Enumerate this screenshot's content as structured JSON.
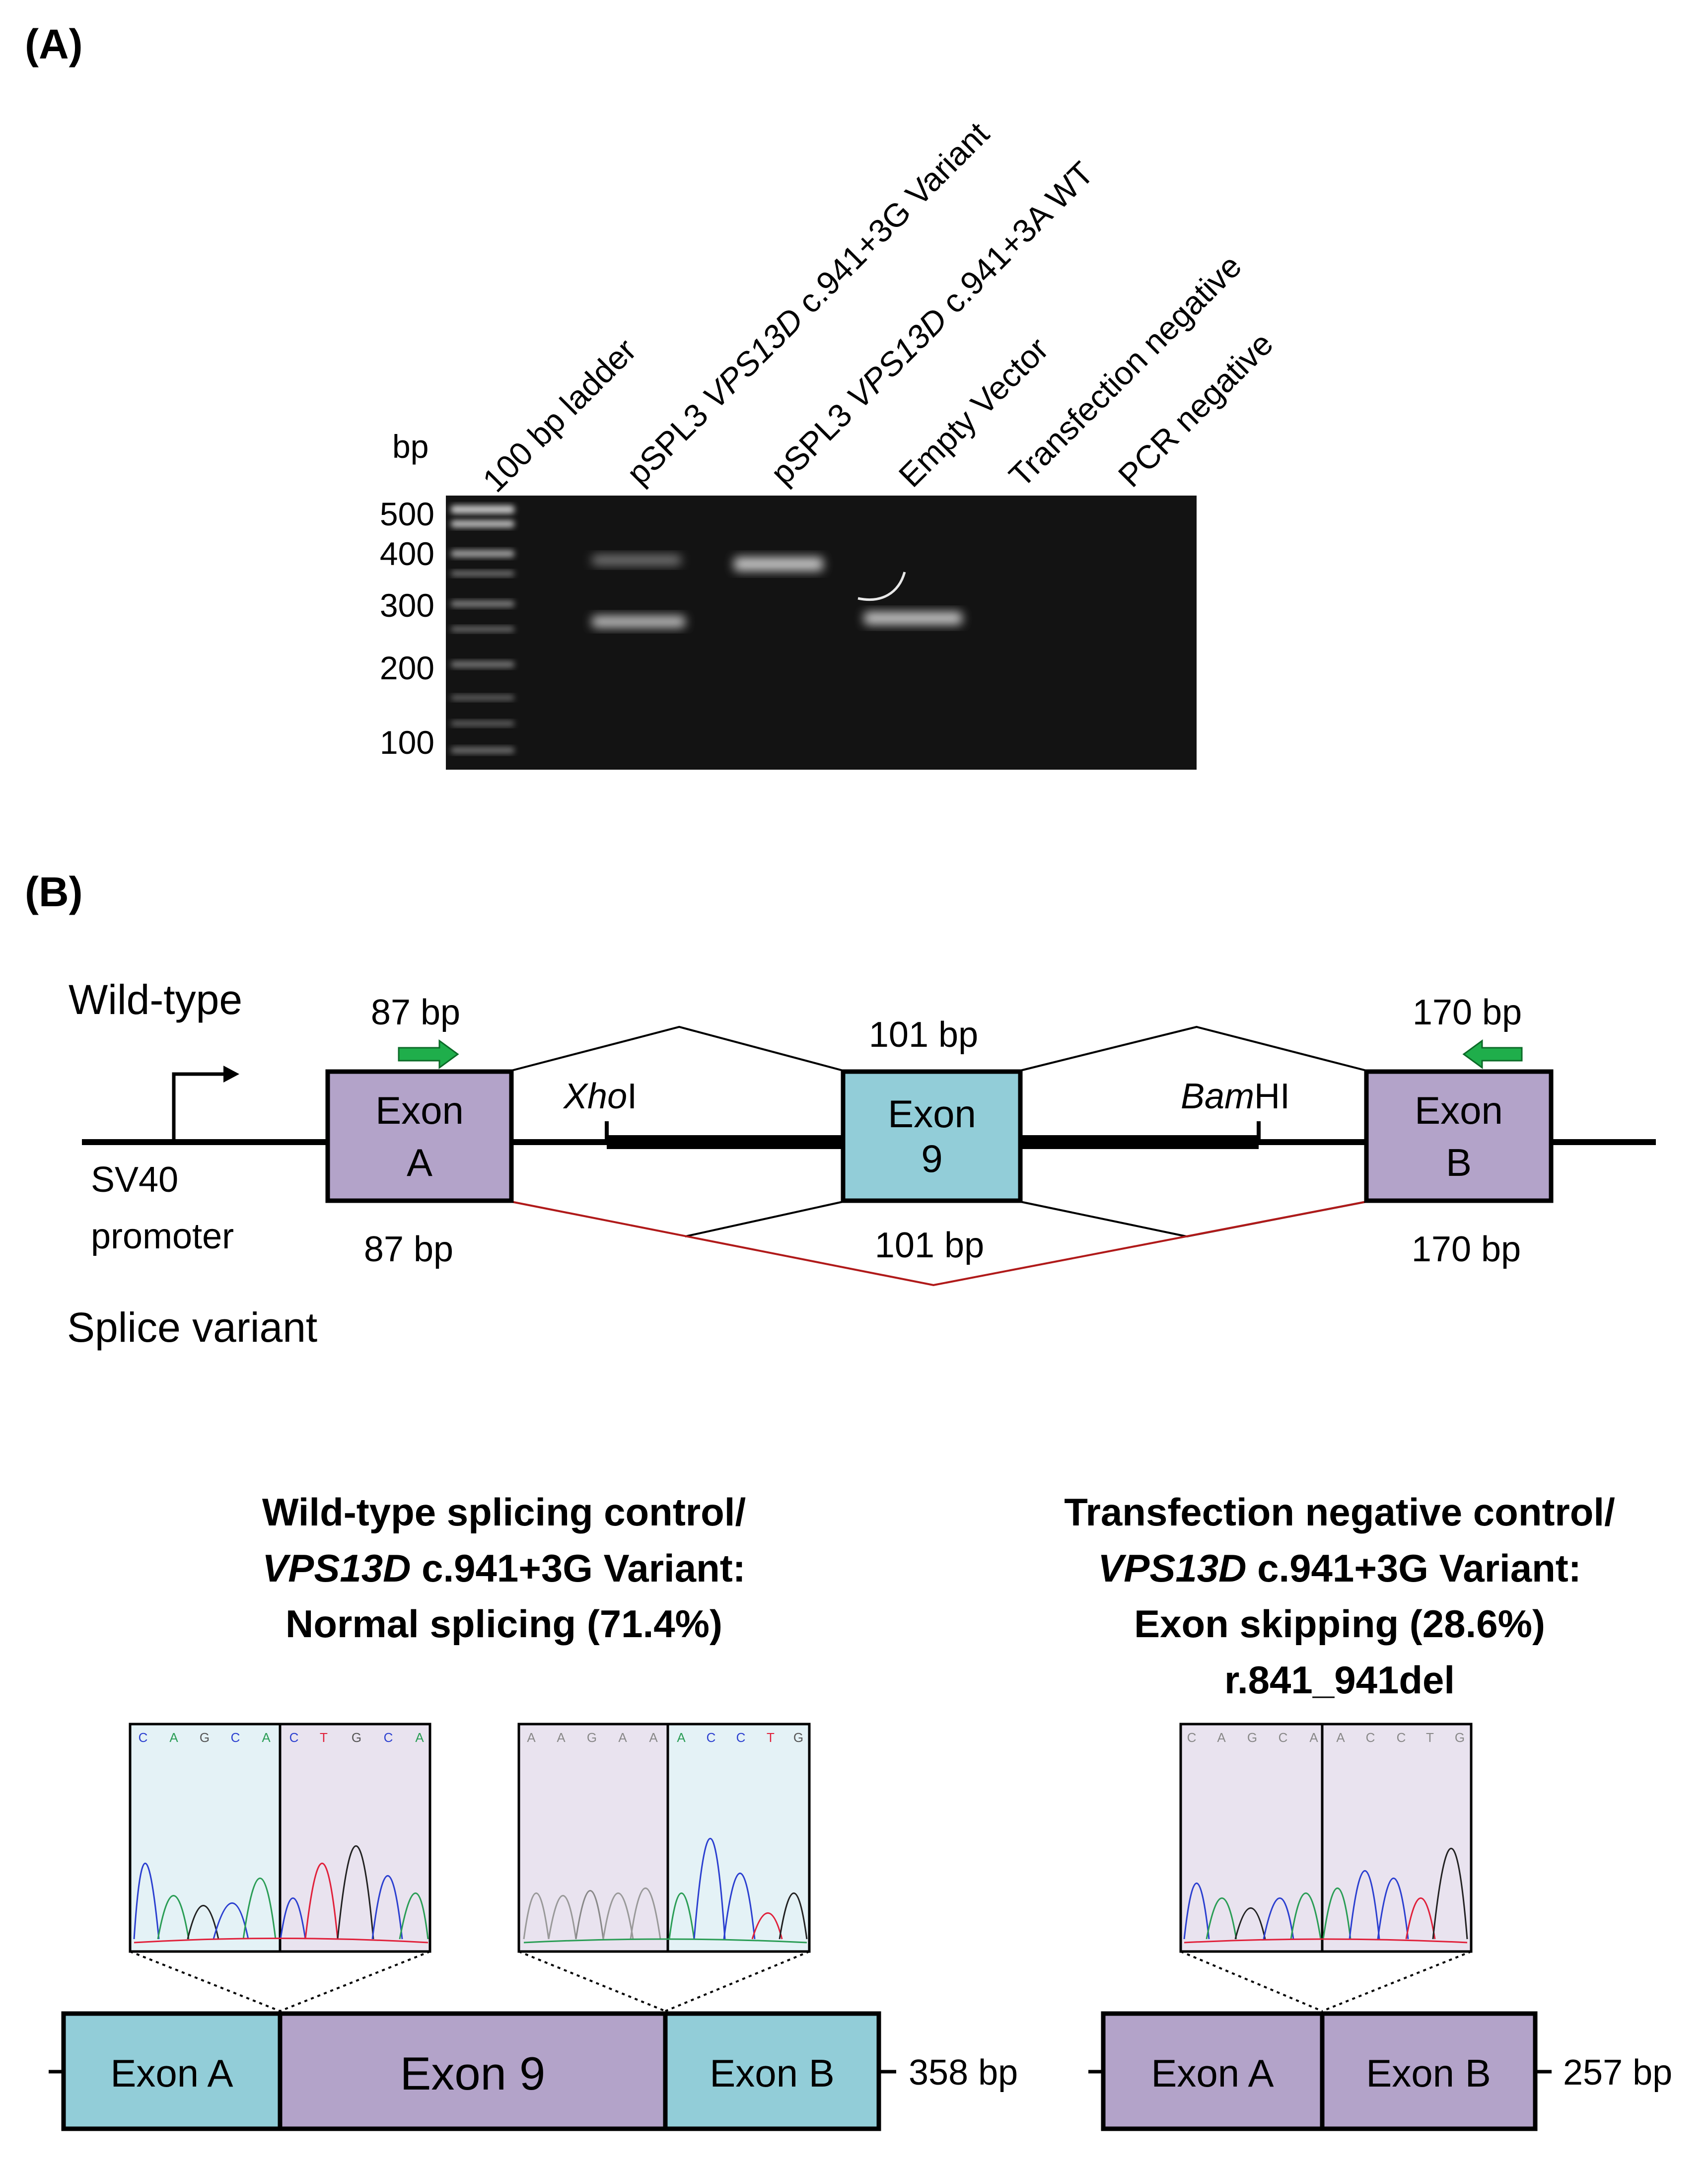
{
  "panel_a": {
    "label": "(A)",
    "bp_axis_title": "bp",
    "ladder_marks": [
      "500",
      "400",
      "300",
      "200",
      "100"
    ],
    "lanes": [
      {
        "prefix": "100 bp ladder",
        "gene": "",
        "suffix": ""
      },
      {
        "prefix": "pSPL3 ",
        "gene": "VPS13D",
        "suffix": " c.941+3G Variant"
      },
      {
        "prefix": "pSPL3 ",
        "gene": "VPS13D",
        "suffix": " c.941+3A WT"
      },
      {
        "prefix": "Empty Vector",
        "gene": "",
        "suffix": ""
      },
      {
        "prefix": "Transfection negative",
        "gene": "",
        "suffix": ""
      },
      {
        "prefix": "PCR negative",
        "gene": "",
        "suffix": ""
      }
    ]
  },
  "panel_b": {
    "label": "(B)",
    "wildtype_label": "Wild-type",
    "splice_variant_label": "Splice variant",
    "promoter_line1": "SV40",
    "promoter_line2": "promoter",
    "exon_a_line1": "Exon",
    "exon_a_line2": "A",
    "exon_9_line1": "Exon",
    "exon_9_line2": "9",
    "exon_b_line1": "Exon",
    "exon_b_line2": "B",
    "size_a_top": "87 bp",
    "size_9_top": "101 bp",
    "size_b_top": "170 bp",
    "size_a_bottom": "87 bp",
    "size_9_bottom": "101 bp",
    "size_b_bottom": "170 bp",
    "xhoi_italic": "Xho",
    "xhoi_rest": "I",
    "bamhi_italic": "Bam",
    "bamhi_rest": "HI"
  },
  "results": {
    "left": {
      "title_line1": "Wild-type splicing control/",
      "title_gene": "VPS13D",
      "title_line2_rest": " c.941+3G Variant:",
      "title_line3": "Normal splicing (71.4%)",
      "trace1_bases": [
        "C",
        "A",
        "G",
        "C",
        "A",
        "C",
        "T",
        "G",
        "C",
        "A"
      ],
      "trace2_bases": [
        "A",
        "A",
        "G",
        "A",
        "A",
        "A",
        "C",
        "C",
        "T",
        "G"
      ],
      "box_a": "Exon A",
      "box_9": "Exon 9",
      "box_b": "Exon B",
      "size": "358 bp"
    },
    "right": {
      "title_line1": "Transfection negative control/",
      "title_gene": "VPS13D",
      "title_line2_rest": " c.941+3G Variant:",
      "title_line3": "Exon skipping (28.6%)",
      "title_line4": "r.841_941del",
      "trace_bases": [
        "C",
        "A",
        "G",
        "C",
        "A",
        "A",
        "C",
        "C",
        "T",
        "G"
      ],
      "box_a": "Exon A",
      "box_b": "Exon B",
      "size": "257 bp"
    }
  },
  "colors": {
    "exon_flank": "#b3a3c9",
    "exon_9": "#92cdd8",
    "arrow_green": "#1fae4b",
    "skip_line": "#b01a1a",
    "gel_bg": "#131313",
    "trace_a": "#2a9d55",
    "trace_c": "#2b3fd0",
    "trace_g": "#222222",
    "trace_t": "#e0203a"
  }
}
